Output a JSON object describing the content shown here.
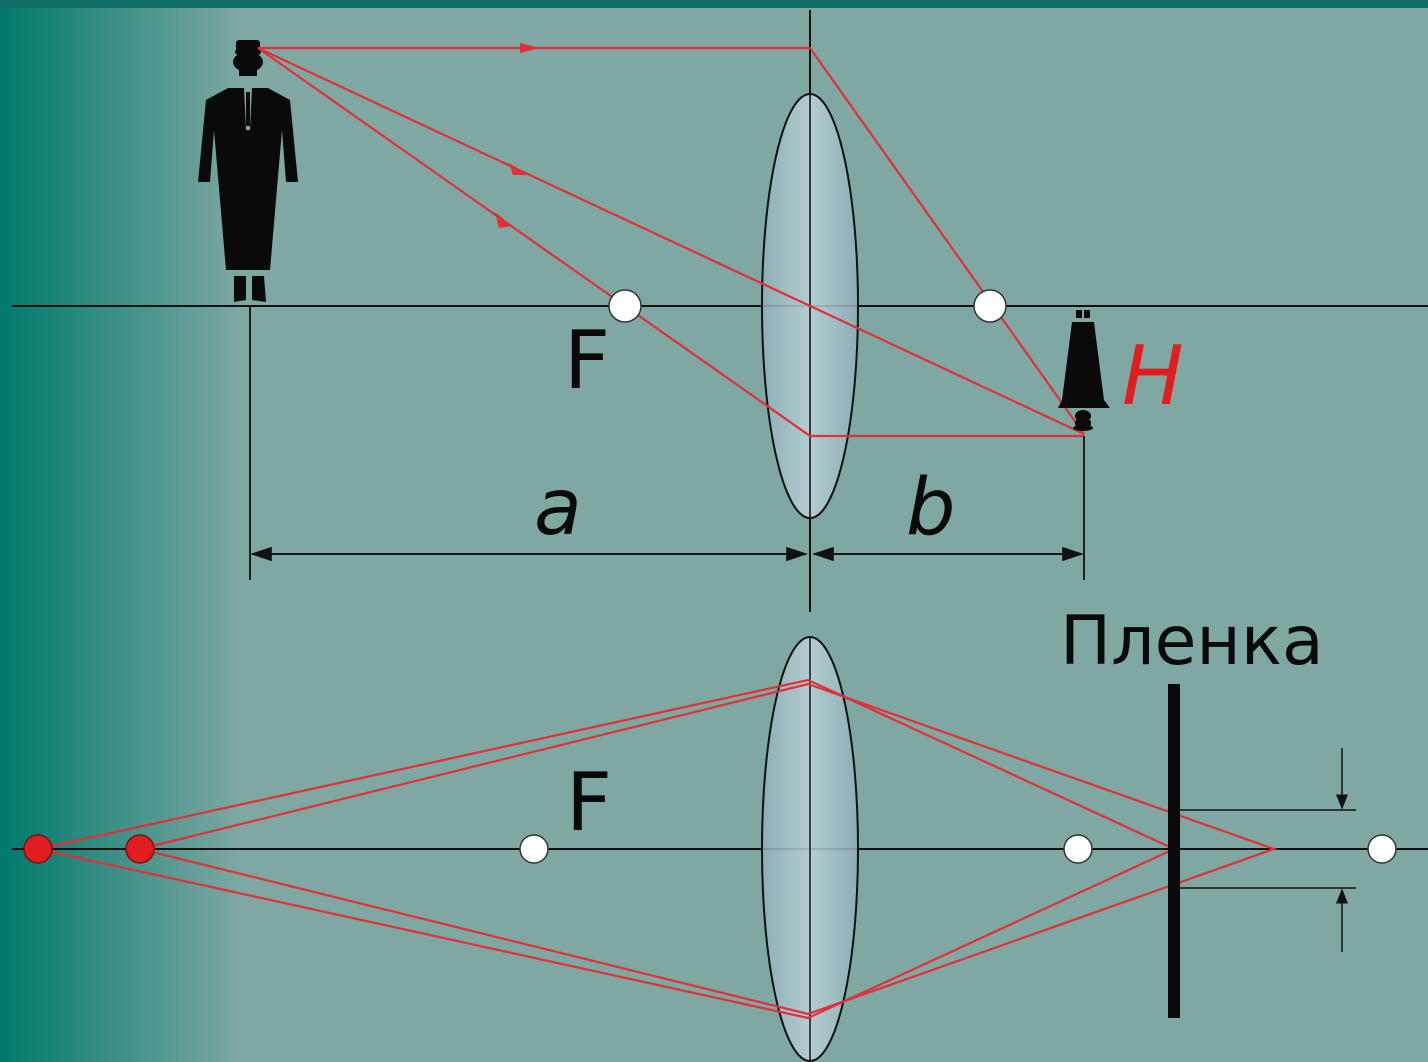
{
  "colors": {
    "bg_left": "#00796B",
    "bg_main": "#7FA8A2",
    "top_strip": "#0F6F66",
    "ray": "#E0313A",
    "line": "#111111",
    "lens_fill": "#A9C4CC",
    "focus_point": "#FFFFFF",
    "source_point": "#E01E22",
    "film": "#0A0A0A"
  },
  "top_diagram": {
    "focus_label": "F",
    "distance_a_label": "a",
    "distance_b_label": "b",
    "image_label": "H",
    "object_icon": "man-in-suit-icon",
    "image_icon": "inverted-man-icon"
  },
  "bottom_diagram": {
    "focus_label": "F",
    "film_label": "Пленка"
  }
}
